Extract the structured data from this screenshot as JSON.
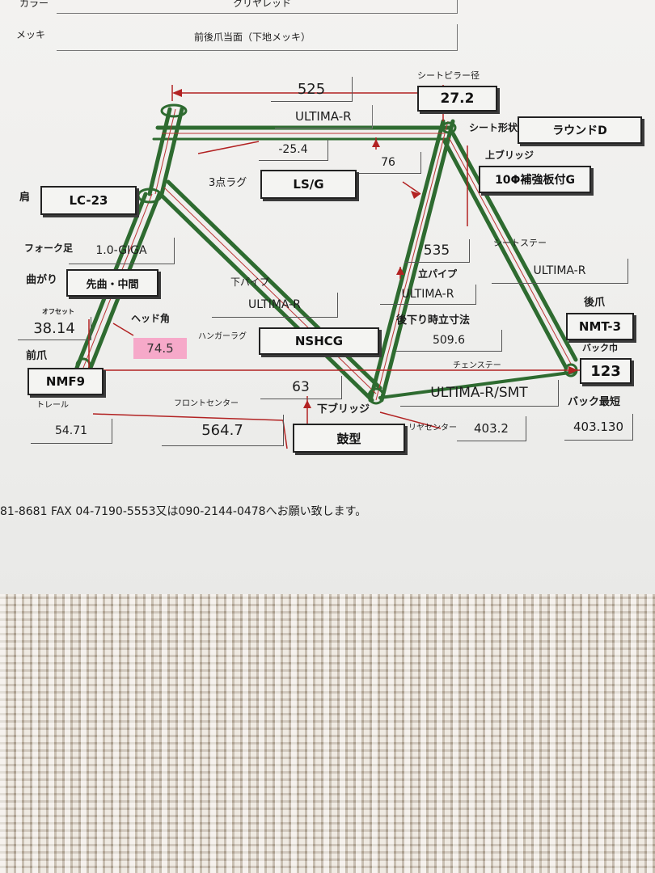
{
  "header": {
    "color_label": "カラー",
    "color_value": "クリヤレッド",
    "plating_label": "メッキ",
    "plating_value": "前後爪当面（下地メッキ）"
  },
  "spec": {
    "top_tube_length": "525",
    "top_tube_pipe": "ULTIMA-R",
    "seat_pillar_label": "シートピラー径",
    "seat_pillar_value": "27.2",
    "seat_shape_label": "シート形状",
    "seat_shape_value": "ラウンドD",
    "top_bridge_label": "上ブリッジ",
    "top_bridge_value": "10Φ補強板付G",
    "offset_top": "-25.4",
    "value_76": "76",
    "lug_label": "3点ラグ",
    "lug_value": "LS/G",
    "crown_label": "肩",
    "crown_value": "LC-23",
    "fork_blade_label": "フォーク足",
    "fork_blade_value": "1.0-GIGA",
    "bend_label": "曲がり",
    "bend_value": "先曲・中間",
    "seat_tube_length": "535",
    "seat_stay_label": "シートステー",
    "seat_stay_value": "ULTIMA-R",
    "seat_tube_label": "立パイプ",
    "seat_tube_pipe": "ULTIMA-R",
    "down_tube_label": "下パイプ",
    "down_tube_pipe": "ULTIMA-R",
    "offset_label": "オフセット",
    "offset_value": "38.14",
    "head_angle_label": "ヘッド角",
    "head_angle_value": "74.5",
    "hanger_lug_label": "ハンガーラグ",
    "hanger_lug_value": "NSHCG",
    "standover_label": "後下り時立寸法",
    "standover_value": "509.6",
    "rear_dropout_label": "後爪",
    "rear_dropout_value": "NMT-3",
    "back_width_label": "バック巾",
    "back_width_value": "123",
    "front_dropout_label": "前爪",
    "front_dropout_value": "NMF9",
    "chainstay_label": "チェンステー",
    "chainstay_value": "ULTIMA-R/SMT",
    "value_63": "63",
    "bottom_bridge_label": "下ブリッジ",
    "bottom_bridge_value": "鼓型",
    "trail_label": "トレール",
    "trail_value": "54.71",
    "front_center_label": "フロントセンター",
    "front_center_value": "564.7",
    "rear_center_label": "リヤセンター",
    "rear_center_value": "403.2",
    "shortest_back_label": "バック最短",
    "shortest_back_value": "403.130"
  },
  "footer": {
    "contact": "81-8681 FAX 04-7190-5553又は090-2144-0478へお願い致します。"
  },
  "colors": {
    "frame_green": "#2e6b30",
    "dimension_red": "#b22222",
    "highlight_pink": "#f6a9c9"
  }
}
